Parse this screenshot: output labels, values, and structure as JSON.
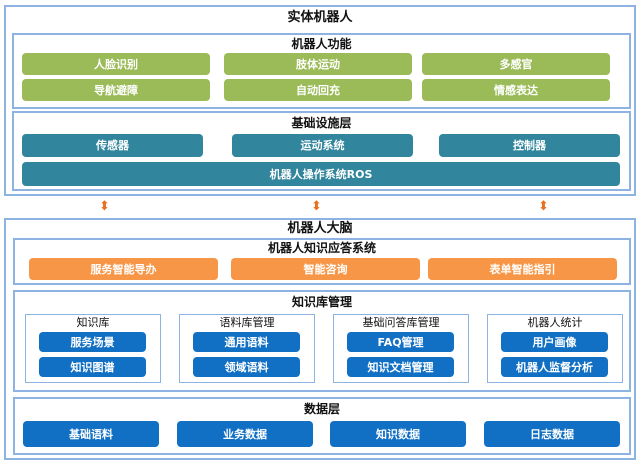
{
  "physical_robot": {
    "title": "实体机器人",
    "functions": {
      "title": "机器人功能",
      "items": [
        "人脸识别",
        "肢体运动",
        "多感官",
        "导航避障",
        "自动回充",
        "情感表达"
      ]
    },
    "infrastructure": {
      "title": "基础设施层",
      "items": [
        "传感器",
        "运动系统",
        "控制器"
      ],
      "os": "机器人操作系统ROS"
    }
  },
  "robot_brain": {
    "title": "机器人大脑",
    "qa_system": {
      "title": "机器人知识应答系统",
      "items": [
        "服务智能导办",
        "智能咨询",
        "表单智能指引"
      ]
    },
    "kb_management": {
      "title": "知识库管理",
      "groups": [
        {
          "title": "知识库",
          "items": [
            "服务场景",
            "知识图谱"
          ]
        },
        {
          "title": "语料库管理",
          "items": [
            "通用语料",
            "领域语料"
          ]
        },
        {
          "title": "基础问答库管理",
          "items": [
            "FAQ管理",
            "知识文档管理"
          ]
        },
        {
          "title": "机器人统计",
          "items": [
            "用户画像",
            "机器人监督分析"
          ]
        }
      ]
    },
    "data_layer": {
      "title": "数据层",
      "items": [
        "基础语料",
        "业务数据",
        "知识数据",
        "日志数据"
      ]
    }
  },
  "colors": {
    "border": "#8db3e2",
    "green": "#9bbb59",
    "teal": "#31859c",
    "orange": "#f79646",
    "blue": "#1270c4",
    "arrow": "#e8701e"
  }
}
